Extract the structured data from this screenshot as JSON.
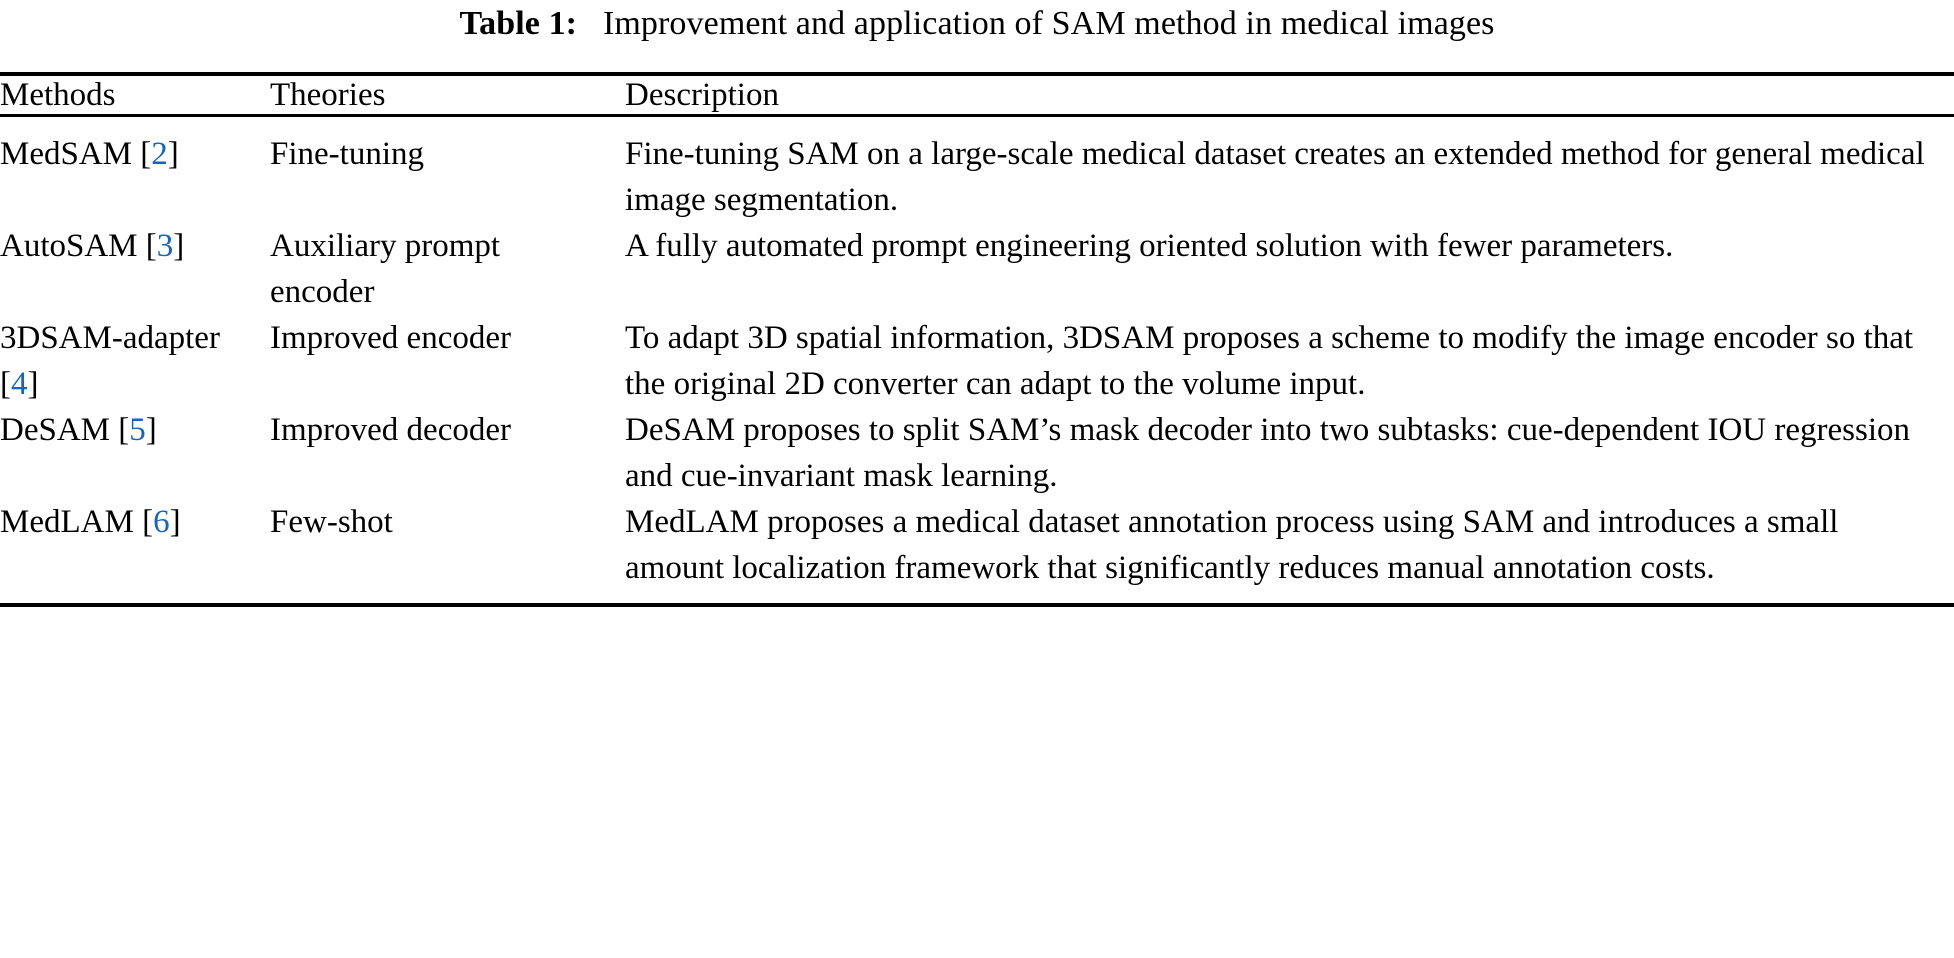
{
  "caption": {
    "label": "Table 1:",
    "text": "Improvement and application of SAM method in medical images"
  },
  "columns": {
    "methods": "Methods",
    "theories": "Theories",
    "description": "Description"
  },
  "rows": [
    {
      "method_name": "MedSAM",
      "citation_open": "[",
      "citation_num": "2",
      "citation_close": "]",
      "theory": "Fine-tuning",
      "description": "Fine-tuning SAM on a large-scale medical dataset creates an extended method for general medical image segmentation."
    },
    {
      "method_name": "AutoSAM",
      "citation_open": "[",
      "citation_num": "3",
      "citation_close": "]",
      "theory": "Auxiliary prompt encoder",
      "description": "A fully automated prompt engineering oriented solution with fewer parameters."
    },
    {
      "method_name": "3DSAM-adapter",
      "citation_open": "[",
      "citation_num": "4",
      "citation_close": "]",
      "theory": "Improved encoder",
      "description": "To adapt 3D spatial information, 3DSAM proposes a scheme to modify the image encoder so that the original 2D converter can adapt to the volume input."
    },
    {
      "method_name": "DeSAM",
      "citation_open": "[",
      "citation_num": "5",
      "citation_close": "]",
      "theory": "Improved decoder",
      "description": "DeSAM proposes to split SAM’s mask decoder into two subtasks: cue-dependent IOU regression and cue-invariant mask learning."
    },
    {
      "method_name": "MedLAM",
      "citation_open": "[",
      "citation_num": "6",
      "citation_close": "]",
      "theory": "Few-shot",
      "description": "MedLAM proposes a medical dataset annotation process using SAM and introduces a small amount localization framework that significantly reduces manual annotation costs."
    }
  ],
  "colors": {
    "citation_link": "#1565c0",
    "text": "#000000",
    "background": "#ffffff",
    "rule": "#000000"
  }
}
